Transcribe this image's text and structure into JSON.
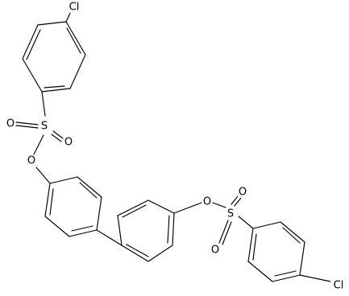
{
  "structure": {
    "atom_labels": {
      "cl_top": "Cl",
      "s_top": "S",
      "o_top_a": "O",
      "o_top_b": "O",
      "o_top_ester": "O",
      "o_bottom_ester": "O",
      "s_bottom": "S",
      "o_bottom_a": "O",
      "o_bottom_b": "O",
      "cl_bottom": "Cl"
    }
  },
  "colors": {
    "bond": "#000000",
    "label": "#000000",
    "background": "#ffffff"
  }
}
